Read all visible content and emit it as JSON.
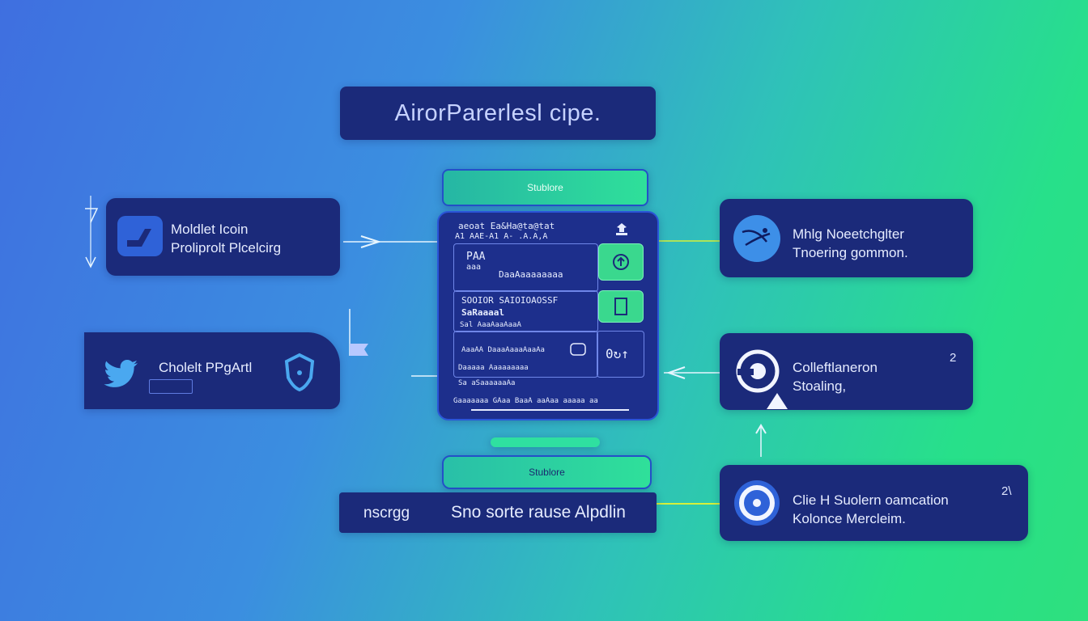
{
  "title": "AirorParerlesl cipe.",
  "center": {
    "top_tab": "Stublore",
    "header": "aeoat Ea&Ha@ta@tat",
    "sub_header": "A1 AAE-A1 A- .A.A,A",
    "row1_a": "PAA",
    "row1_b": "aaa",
    "row1_c": "DaaAaaaaaaaa",
    "row2_a": "SOOIOR SAIOIOAOSSF",
    "row2_b": "SaRaaaal",
    "row3_a": "Sal AaaAaaAaaA",
    "row3_b": "AaaAA DaaaAaaaAaaAa",
    "row3_c": "Daaaaa Aaaaaaaaa",
    "row4": "Sa aSaaaaaaAa",
    "footer": "Gaaaaaaa GAaa BaaA aaAaa aaaaa aa",
    "ctrl": "0↻↑"
  },
  "pill_label": "Stublore",
  "bottom_bar": {
    "left": "nscrgg",
    "right": "Sno sorte rause Alpdlin"
  },
  "left_nodes": [
    {
      "line1": "Moldlet Icoin",
      "line2": "Proliprolt Plcelcirg"
    },
    {
      "line1": "Cholelt PPgArtl",
      "line2": ""
    }
  ],
  "right_nodes": [
    {
      "line1": "Mhlg Noeetchglter",
      "line2": "Tnoering gommon.",
      "num": ""
    },
    {
      "line1": "Colleftlaneron",
      "line2": "Stoaling,",
      "num": "2"
    },
    {
      "line1": "Clie H Suolern oamcation",
      "line2": "Kolonce Mercleim.",
      "num": "2\\"
    }
  ],
  "colors": {
    "node_bg": "#1b2a7a",
    "accent_green": "#2fe09a",
    "line_yellow": "#d6f03a"
  },
  "icons": [
    "arrow-check-icon",
    "twitter-bird-icon",
    "shield-icon",
    "globe-satellite-icon",
    "spiral-icon",
    "target-icon",
    "phone-icon",
    "upload-icon"
  ]
}
